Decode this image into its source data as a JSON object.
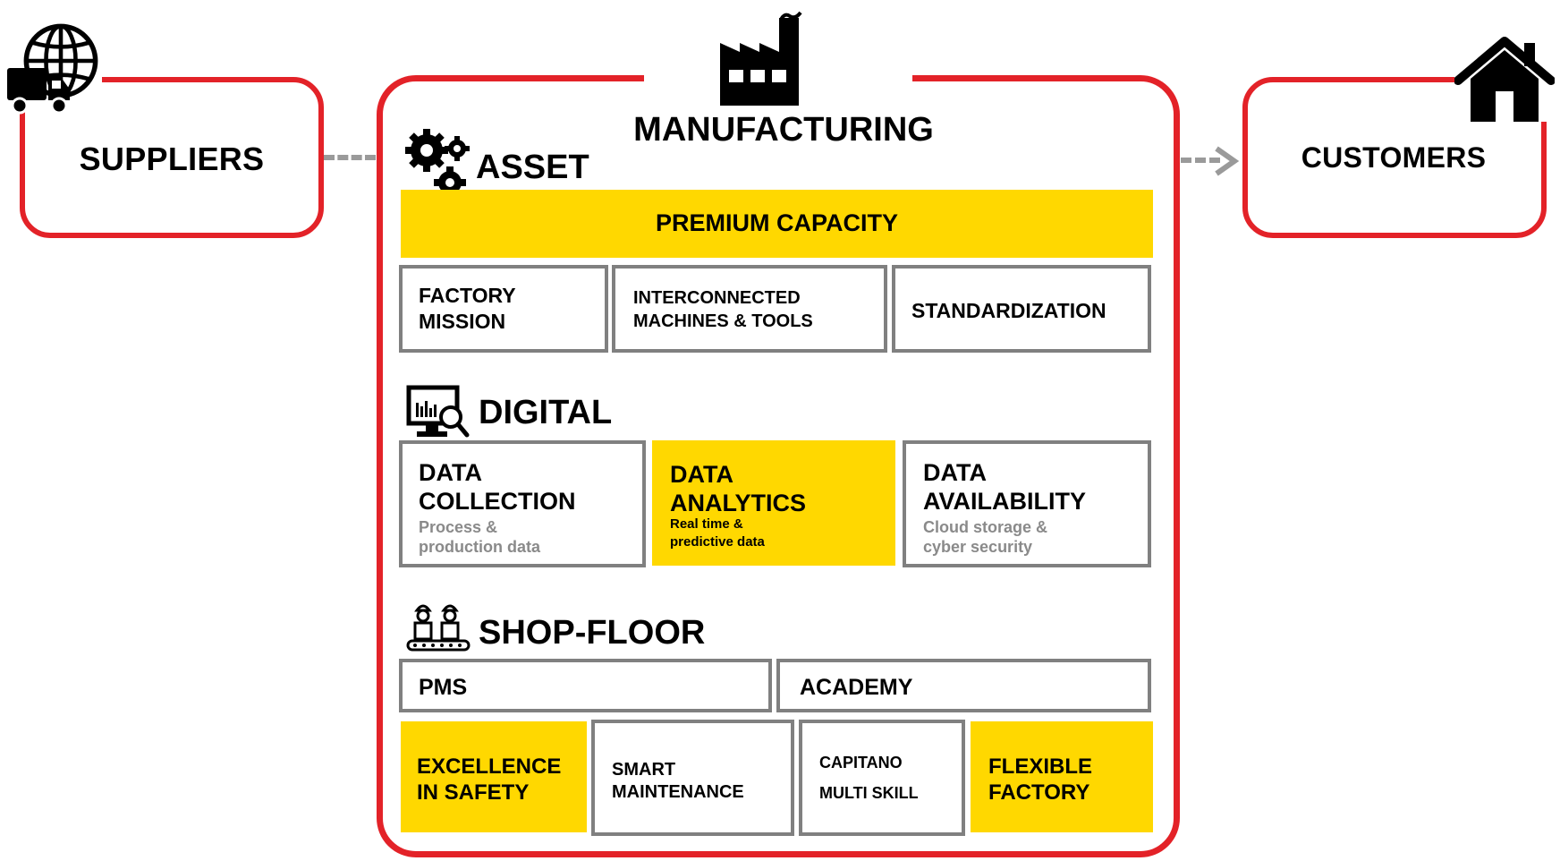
{
  "title": "MANUFACTURING",
  "suppliers": {
    "label": "SUPPLIERS"
  },
  "customers": {
    "label": "CUSTOMERS"
  },
  "asset": {
    "title": "ASSET",
    "premium": "PREMIUM CAPACITY",
    "items": [
      "FACTORY\nMISSION",
      "INTERCONNECTED\nMACHINES & TOOLS",
      "STANDARDIZATION"
    ]
  },
  "digital": {
    "title": "DIGITAL",
    "items": [
      {
        "title": "DATA\nCOLLECTION",
        "sub": "Process &\nproduction data"
      },
      {
        "title": "DATA\nANALYTICS",
        "sub": "Real time  &\npredictive data"
      },
      {
        "title": "DATA\nAVAILABILITY",
        "sub": "Cloud storage &\ncyber security"
      }
    ]
  },
  "shopfloor": {
    "title": "SHOP-FLOOR",
    "row1": [
      "PMS",
      "ACADEMY"
    ],
    "row2": [
      "EXCELLENCE\nIN SAFETY",
      "SMART\nMAINTENANCE",
      "CAPITANO\n\nMULTI SKILL",
      "FLEXIBLE\nFACTORY"
    ]
  },
  "colors": {
    "frame": "#e32228",
    "highlight": "#ffd800",
    "outline": "#808080",
    "connector": "#9a9a9a"
  },
  "icons": [
    "globe-icon",
    "delivery-truck-icon",
    "factory-icon",
    "house-icon",
    "gears-icon",
    "monitor-analytics-icon",
    "workers-conveyor-icon",
    "arrow-right-icon"
  ]
}
